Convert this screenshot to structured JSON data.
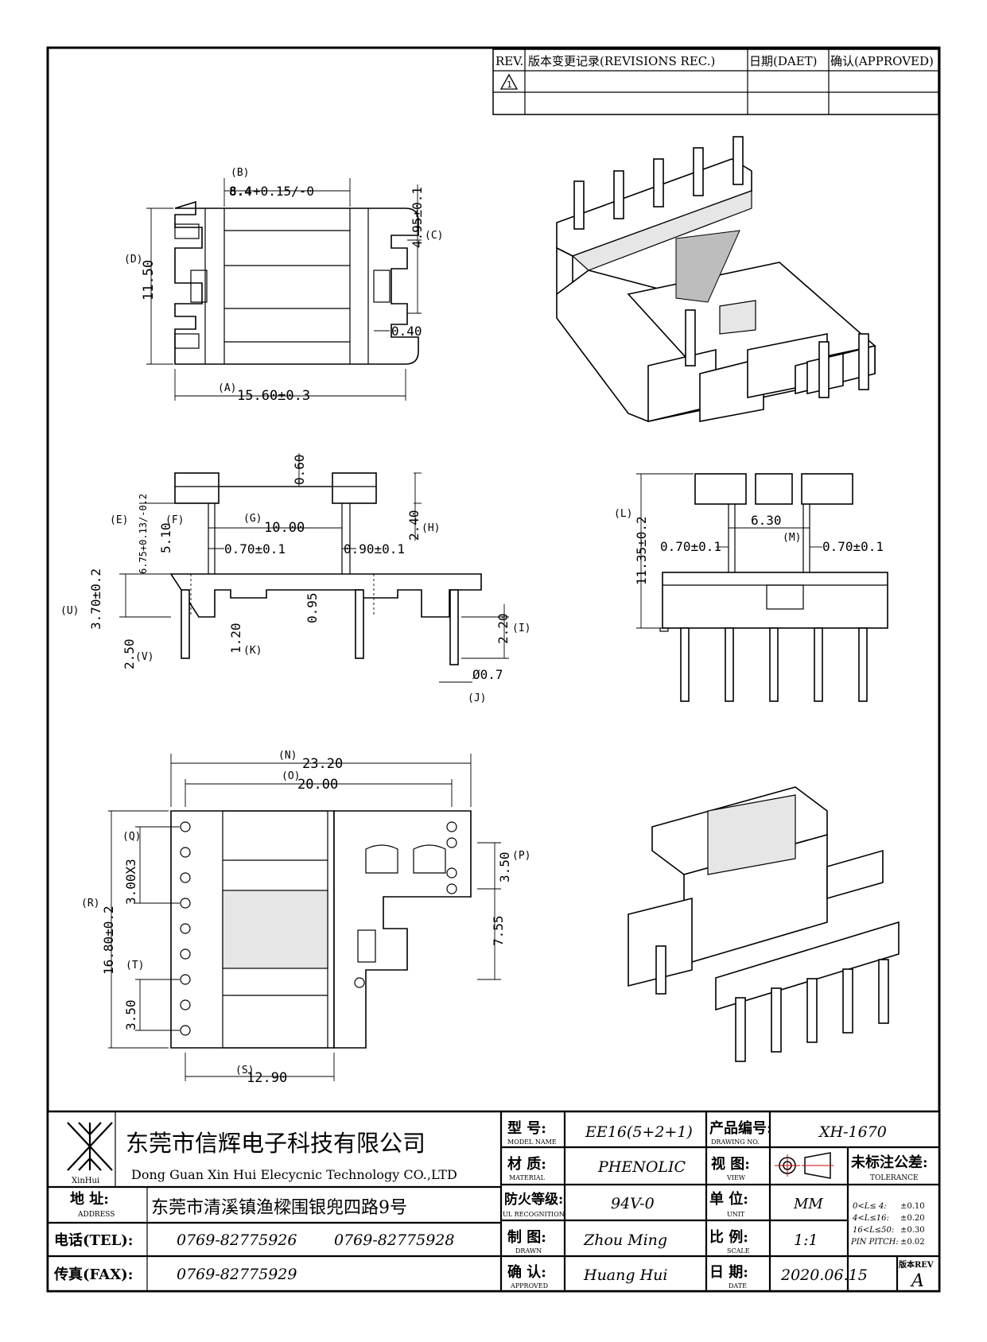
{
  "revision_table": {
    "headers": [
      "REV.",
      "版本变更记录(REVISIONS REC.)",
      "日期(DAET)",
      "确认(APPROVED)"
    ],
    "row1_rev": "1"
  },
  "top_view": {
    "label_a": "(A)",
    "dim_a": "15.60±0.3",
    "label_b": "(B)",
    "dim_b_main": "8.4",
    "dim_b_tol": "+0.15/-0",
    "label_c": "(C)",
    "dim_c": "4.95±0.1",
    "label_d": "(D)",
    "dim_d": "11.50",
    "dim_slot": "0.40"
  },
  "front_view": {
    "label_e": "(E)",
    "dim_e": "6.75+0.13/-0.2",
    "label_f": "(F)",
    "dim_f": "5.10",
    "label_g": "(G)",
    "dim_g": "10.00",
    "label_h": "(H)",
    "dim_h": "2.40",
    "label_i": "(I)",
    "dim_i": "2.20",
    "label_j": "(J)",
    "dim_j": "Ø0.7",
    "label_k": "(K)",
    "dim_k": "1.20",
    "label_u": "(U)",
    "dim_u": "3.70±0.2",
    "label_v": "(V)",
    "dim_v": "2.50",
    "dim_top": "0.60",
    "dim_wall_l": "0.70±0.1",
    "dim_wall_r": "0.90±0.1",
    "dim_flange": "0.95"
  },
  "side_view": {
    "label_l": "(L)",
    "dim_l": "11.35±0.2",
    "dim_630": "6.30",
    "dim_wall_l": "0.70±0.1",
    "label_m": "(M)",
    "dim_m": "0.70±0.1"
  },
  "bottom_view": {
    "label_n": "(N)",
    "dim_n": "23.20",
    "label_o": "(O)",
    "dim_o": "20.00",
    "label_p": "(P)",
    "dim_p": "3.50",
    "label_q": "(Q)",
    "dim_q": "3.00X3",
    "label_r": "(R)",
    "dim_r": "16.80±0.2",
    "label_s": "(S)",
    "dim_s": "12.90",
    "label_t": "(T)",
    "dim_t": "3.50",
    "dim_755": "7.55"
  },
  "title_block": {
    "logo_text": "XinHui",
    "company_cn": "东莞市信辉电子科技有限公司",
    "company_en": "Dong Guan Xin Hui Elecycnic Technology CO.,LTD",
    "address_label_cn": "地  址:",
    "address_label_en": "ADDRESS",
    "address": "东莞市清溪镇渔樑围银兜四路9号",
    "tel_label": "电话(TEL):",
    "tel1": "0769-82775926",
    "tel2": "0769-82775928",
    "fax_label": "传真(FAX):",
    "fax": "0769-82775929",
    "model_label_cn": "型  号:",
    "model_label_en": "MODEL NAME",
    "model": "EE16(5+2+1)",
    "material_label_cn": "材  质:",
    "material_label_en": "MATERIAL",
    "material": "PHENOLIC",
    "ul_label_cn": "防火等级:",
    "ul_label_en": "UL RECOGNITION",
    "ul": "94V-0",
    "drawn_label_cn": "制  图:",
    "drawn_label_en": "DRAWN",
    "drawn": "Zhou Ming",
    "approved_label_cn": "确  认:",
    "approved_label_en": "APPROVED",
    "approved": "Huang Hui",
    "drawing_no_label_cn": "产品编号:",
    "drawing_no_label_en": "DRAWING NO.",
    "drawing_no": "XH-1670",
    "view_label_cn": "视  图:",
    "view_label_en": "VIEW",
    "unit_label_cn": "单  位:",
    "unit_label_en": "UNIT",
    "unit": "MM",
    "scale_label_cn": "比  例:",
    "scale_label_en": "SCALE",
    "scale": "1:1",
    "date_label_cn": "日  期:",
    "date_label_en": "DATE",
    "date": "2020.06.15",
    "tolerance_title": "未标注公差:",
    "tolerance_en": "TOLERANCE",
    "tolerances": [
      {
        "range": "0<L≤ 4:",
        "value": "±0.10"
      },
      {
        "range": "4<L≤16:",
        "value": "±0.20"
      },
      {
        "range": "16<L≤50:",
        "value": "±0.30"
      },
      {
        "range": "PIN PITCH:",
        "value": "±0.02"
      }
    ],
    "rev_label": "版本REV",
    "rev": "A"
  }
}
